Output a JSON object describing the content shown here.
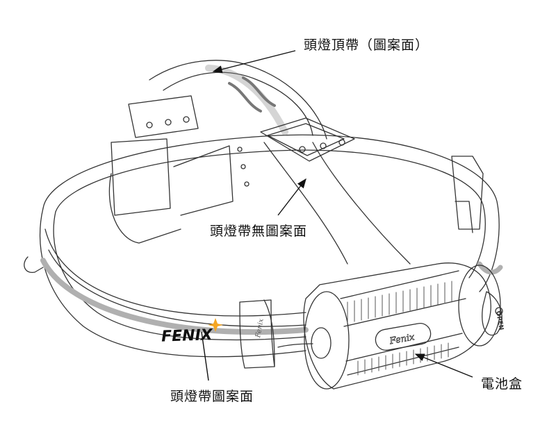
{
  "diagram": {
    "subject": "Fenix headlamp with head strap and battery box",
    "colors": {
      "line": "#333333",
      "band_stripe": "#b0b0b0",
      "logo_star": "#f5a623",
      "logo_text": "#111111",
      "background": "#ffffff"
    },
    "callouts": [
      {
        "id": "top-strap",
        "text": "頭燈頂帶（圖案面）"
      },
      {
        "id": "strap-plain-side",
        "text": "頭燈帶無圖案面"
      },
      {
        "id": "strap-pattern-side",
        "text": "頭燈帶圖案面"
      },
      {
        "id": "battery-box",
        "text": "電池盒"
      }
    ],
    "markings": {
      "band_logo": "FENIX",
      "battery_logo": "Fenix",
      "buckle_logo": "Fenix",
      "battery_cap_label": "OPEN"
    }
  }
}
